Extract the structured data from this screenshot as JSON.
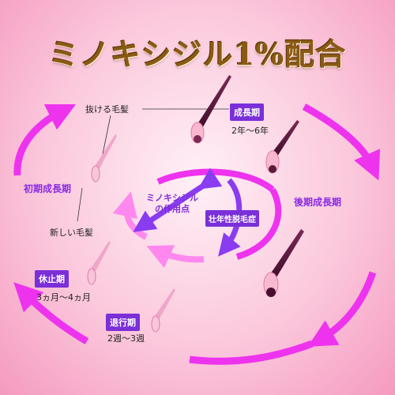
{
  "title": "ミノキシジル1%配合",
  "labels": {
    "falling_hair": "抜ける毛髪",
    "new_hair": "新しい毛髪",
    "early_anagen": "初期成長期",
    "late_anagen": "後期成長期",
    "minoxidil_point_line1": "ミノキシジル",
    "minoxidil_point_line2": "の作用点",
    "aga": "壮年性脱毛症"
  },
  "phases": {
    "anagen": {
      "name": "成長期",
      "duration": "2年～6年"
    },
    "telogen": {
      "name": "休止期",
      "duration": "3ヵ月～4ヵ月"
    },
    "catagen": {
      "name": "退行期",
      "duration": "2週～3週"
    }
  },
  "colors": {
    "cycle_arrow": "#ee33ee",
    "inner_arrow": "#ff88ee",
    "action_arrow": "#8a3cf0",
    "badge": "#7b2fd8",
    "title": "#8a5a14",
    "hair": "#5a1a3a"
  }
}
